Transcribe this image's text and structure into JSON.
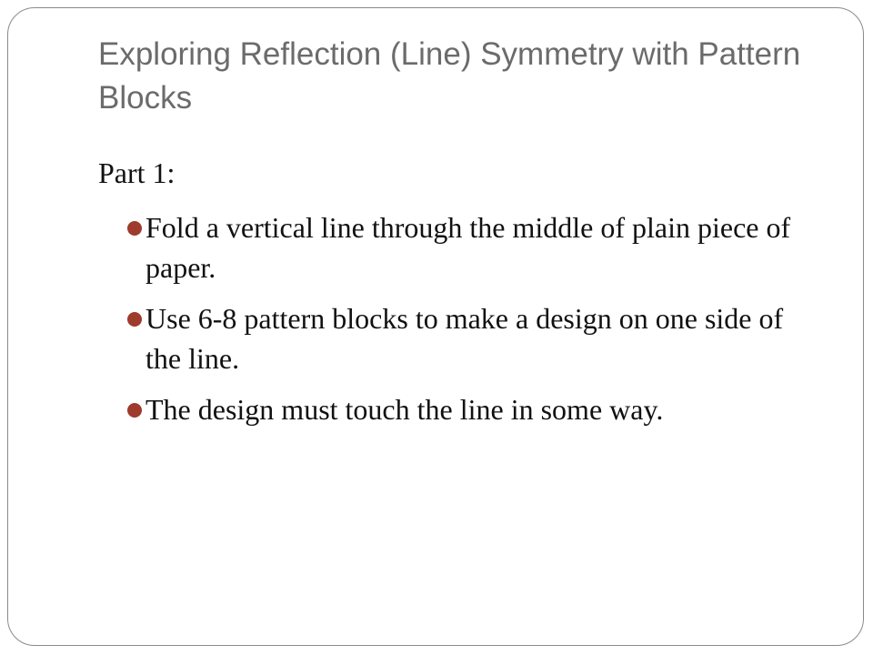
{
  "slide": {
    "title": "Exploring Reflection (Line) Symmetry with Pattern Blocks",
    "part_heading": "Part 1:",
    "bullets": [
      "Fold a vertical line through the middle of plain piece of paper.",
      "Use 6-8 pattern blocks to make a design on one side of the line.",
      "The design must touch the line in some way."
    ]
  },
  "colors": {
    "title": "#6b6b6b",
    "bullet": "#9e3b2c",
    "frame_border": "#8a8a8a"
  }
}
